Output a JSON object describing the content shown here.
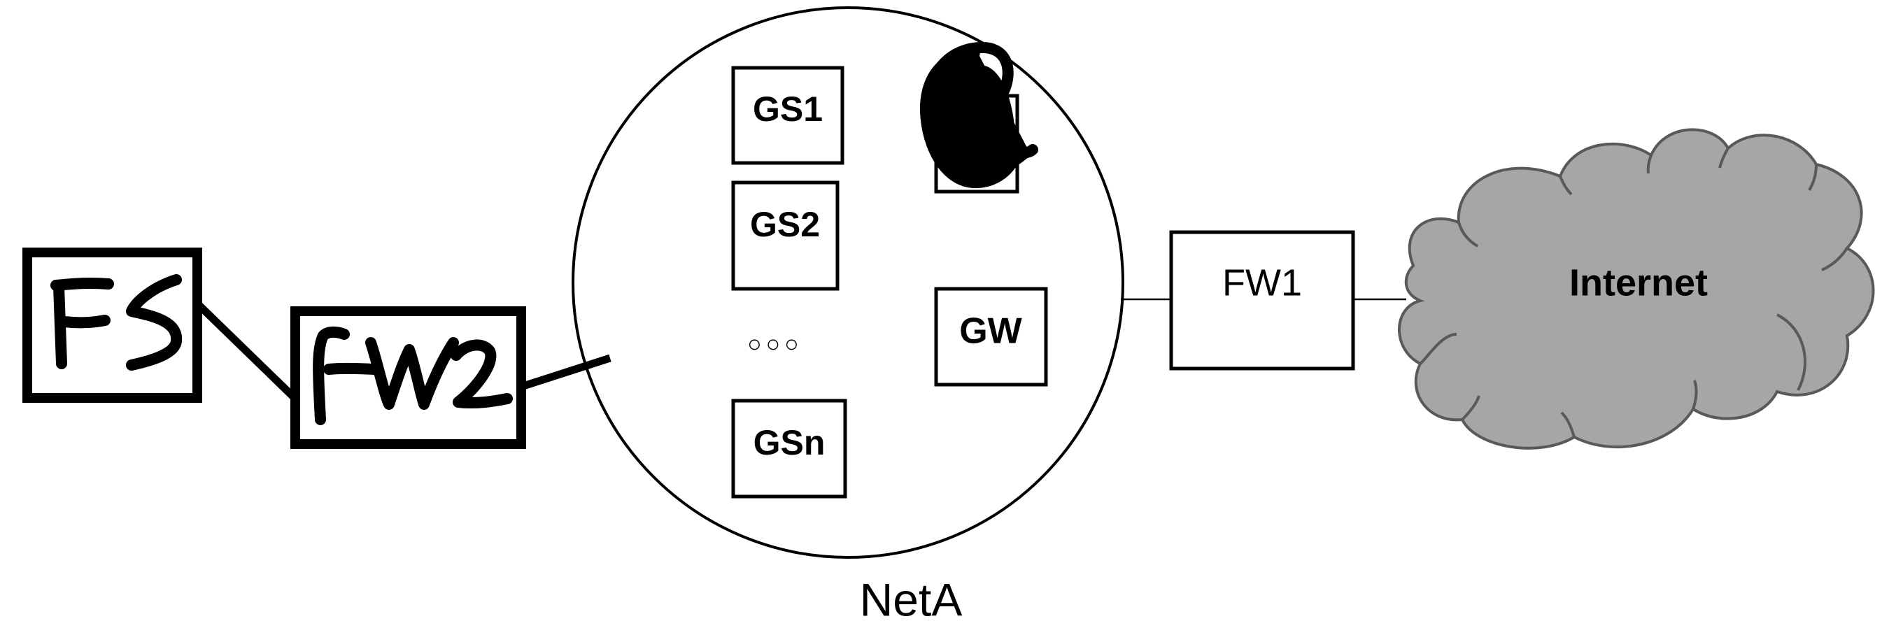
{
  "diagram": {
    "network_label": "NetA",
    "internet_label": "Internet",
    "nodes": {
      "gs1": "GS1",
      "gs2": "GS2",
      "gsn": "GSn",
      "ellipsis": "○○○",
      "gw": "GW",
      "fw1": "FW1"
    },
    "handwritten": {
      "fs": "FS",
      "fw2": "FW2"
    },
    "colors": {
      "cloud_fill": "#a6a6a6",
      "cloud_stroke": "#595959",
      "ink": "#000000"
    }
  }
}
